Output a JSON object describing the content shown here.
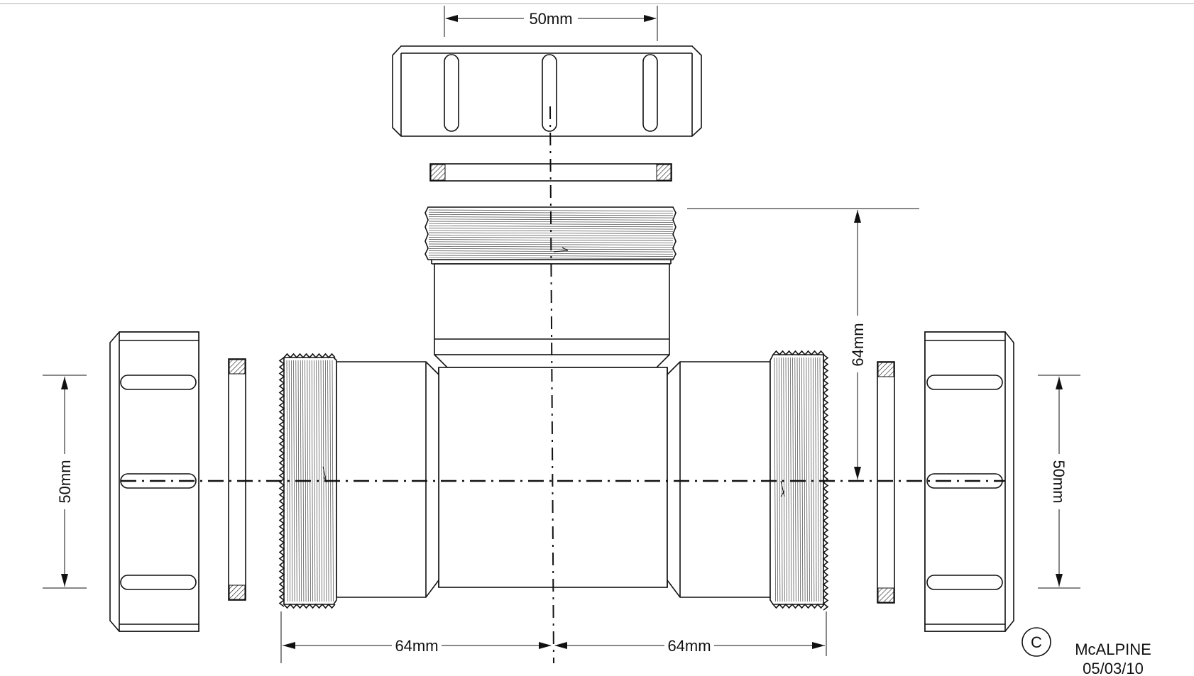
{
  "dimensions": {
    "top_width": "50mm",
    "branch_height": "64mm",
    "left_height": "50mm",
    "right_height": "50mm",
    "bottom_left": "64mm",
    "bottom_right": "64mm"
  },
  "copyright": {
    "symbol": "C",
    "company": "McALPINE",
    "date": "05/03/10"
  },
  "colors": {
    "line": "#111111",
    "background": "#ffffff"
  }
}
